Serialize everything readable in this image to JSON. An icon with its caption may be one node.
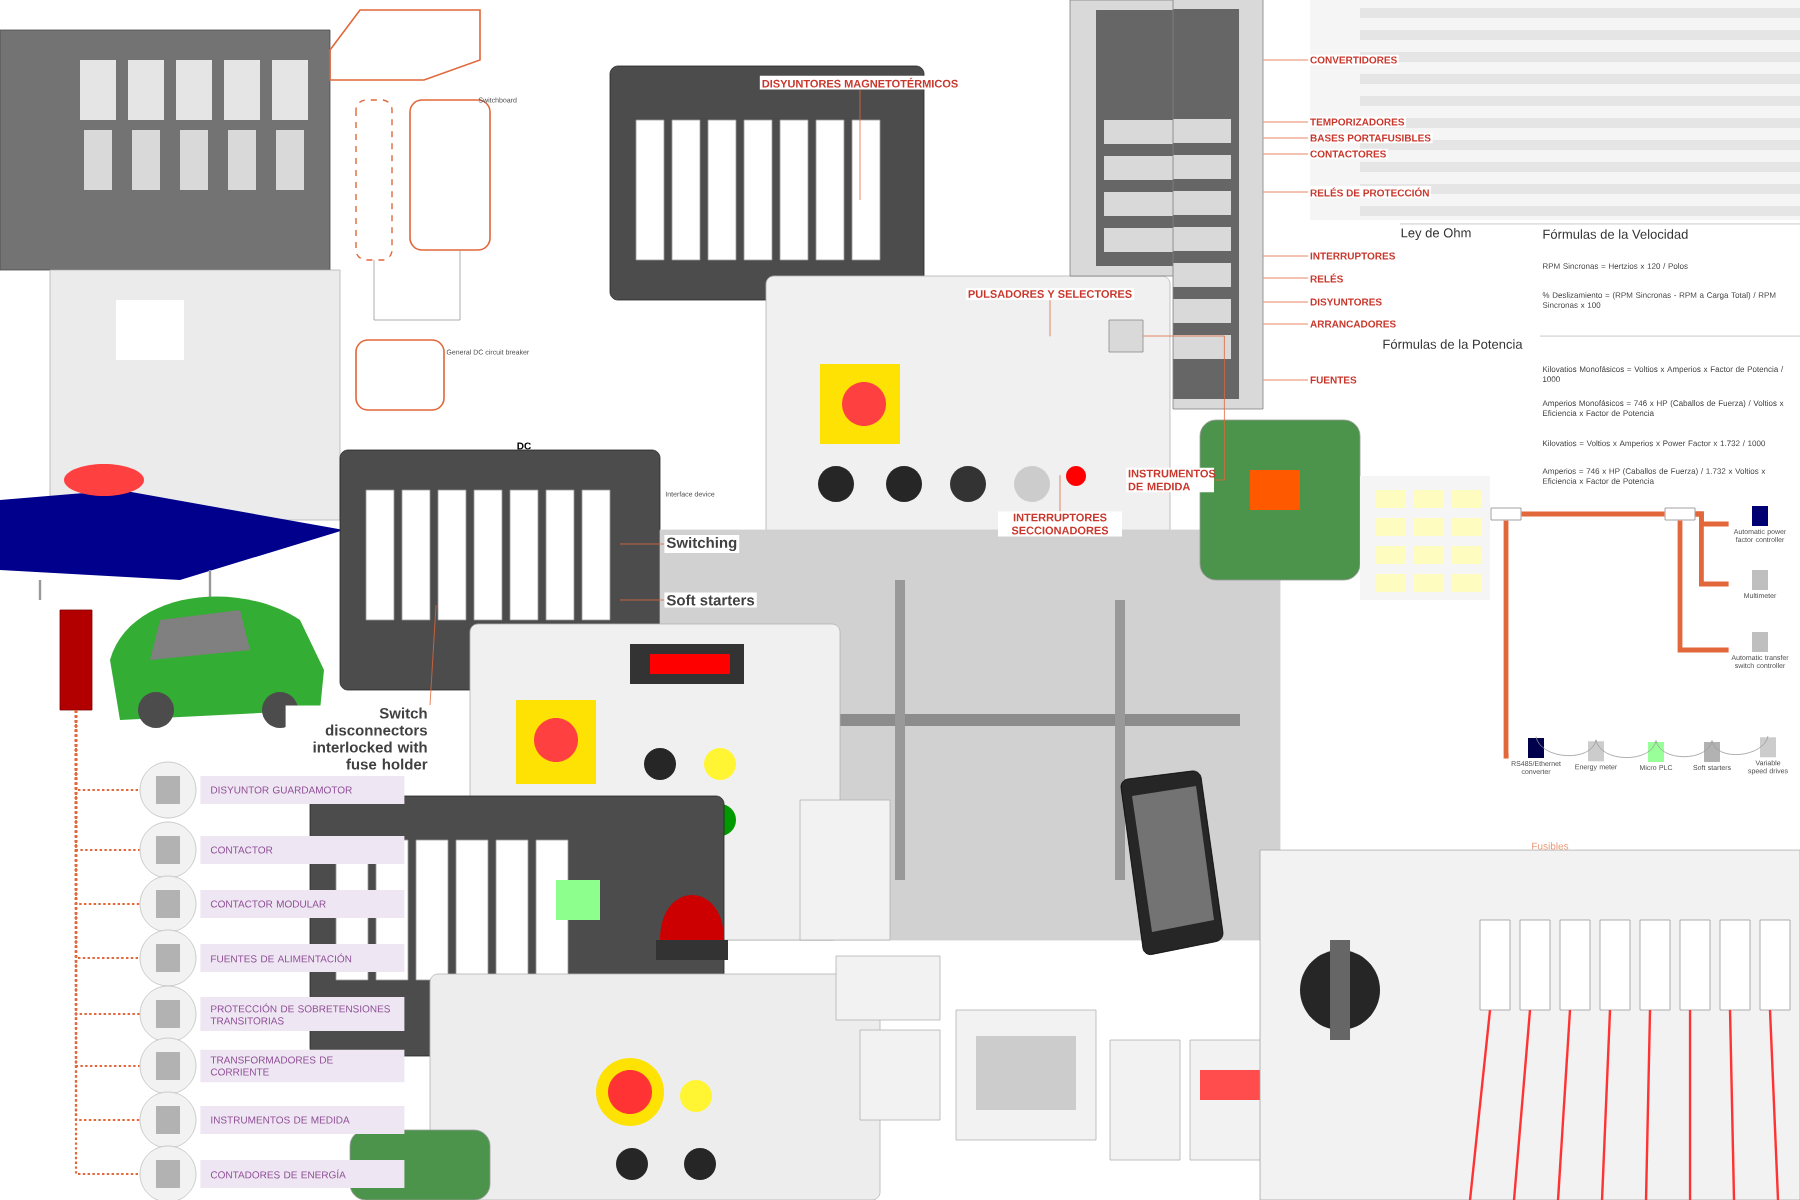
{
  "diagram": {
    "nodes": [
      {
        "text": [
          "DISYUNTORES MAGNETOTÉRMICOS"
        ]
      },
      {
        "text": [
          "PULSADORES Y SELECTORES"
        ]
      },
      {
        "text": [],
        "shape": "box"
      },
      {
        "text": [
          "INSTRUMENTOS DE MEDIDA"
        ]
      },
      {
        "text": [
          "INTERRUPTORES SECCIONADORES"
        ]
      },
      {
        "text": [
          "Switching"
        ]
      },
      {
        "text": [
          "Soft starters"
        ]
      },
      {
        "text": [
          "Switch disconnectors interlocked with fuse holder"
        ]
      },
      {
        "text": [],
        "shape": "picture"
      },
      {
        "text": [
          "CONVERTIDORES"
        ]
      },
      {
        "text": [
          "TEMPORIZADORES"
        ]
      },
      {
        "text": [
          "BASES PORTAFUSIBLES"
        ]
      },
      {
        "text": [
          "CONTACTORES"
        ]
      },
      {
        "text": [
          "RELÉS DE PROTECCIÓN"
        ]
      },
      {
        "text": [
          "INTERRUPTORES"
        ]
      },
      {
        "text": [
          "RELÉS"
        ]
      },
      {
        "text": [
          "DISYUNTORES"
        ]
      },
      {
        "text": [
          "ARRANCADORES"
        ]
      },
      {
        "text": [
          "FUENTES"
        ]
      },
      {
        "text": [],
        "shape": "box"
      },
      {
        "text": [],
        "shape": "picture"
      },
      {
        "text": [
          "DISYUNTOR GUARDAMOTOR"
        ]
      },
      {
        "text": [],
        "shape": "picture"
      },
      {
        "text": [
          "CONTACTOR"
        ]
      },
      {
        "text": [],
        "shape": "picture"
      },
      {
        "text": [
          "CONTACTOR MODULAR"
        ]
      },
      {
        "text": [],
        "shape": "picture"
      },
      {
        "text": [
          "FUENTES DE ALIMENTACIÓN"
        ]
      },
      {
        "text": [],
        "shape": "picture"
      },
      {
        "text": [
          "PROTECCIÓN DE SOBRETENSIONES TRANSITORIAS"
        ]
      },
      {
        "text": [],
        "shape": "picture"
      },
      {
        "text": [
          "TRANSFORMADORES DE CORRIENTE"
        ]
      },
      {
        "text": [],
        "shape": "picture"
      },
      {
        "text": [
          "INSTRUMENTOS DE MEDIDA"
        ]
      },
      {
        "text": [],
        "shape": "picture"
      },
      {
        "text": [
          "CONTADORES DE ENERGÍA"
        ]
      },
      {
        "text": [],
        "shape": "box"
      },
      {
        "text": [],
        "shape": "box"
      },
      {
        "text": [
          "Automatic power factor controller"
        ]
      },
      {
        "text": [
          "Multimeter"
        ]
      },
      {
        "text": [
          "Automatic transfer switch controller"
        ]
      },
      {
        "text": [
          "RS485/Ethernet converter"
        ]
      },
      {
        "text": [
          "Energy meter"
        ]
      },
      {
        "text": [
          "Micro PLC"
        ]
      },
      {
        "text": [
          "Soft starters"
        ]
      },
      {
        "text": [
          "Variable speed drives"
        ]
      }
    ],
    "edges": [
      {
        "from": 0,
        "to": null,
        "arrow": "none"
      },
      {
        "from": 1,
        "to": null,
        "arrow": "none"
      },
      {
        "from": 3,
        "to": 2,
        "arrow": "none"
      },
      {
        "from": 4,
        "to": null,
        "arrow": "none"
      },
      {
        "from": 5,
        "to": null,
        "arrow": "none"
      },
      {
        "from": 6,
        "to": null,
        "arrow": "none"
      },
      {
        "from": 7,
        "to": null,
        "arrow": "none"
      },
      {
        "from": 9,
        "to": 8,
        "arrow": "none"
      },
      {
        "from": 10,
        "to": 8,
        "arrow": "none"
      },
      {
        "from": 11,
        "to": 8,
        "arrow": "none"
      },
      {
        "from": 12,
        "to": 8,
        "arrow": "none"
      },
      {
        "from": 13,
        "to": 8,
        "arrow": "none"
      },
      {
        "from": 14,
        "to": 8,
        "arrow": "none"
      },
      {
        "from": 15,
        "to": 8,
        "arrow": "none"
      },
      {
        "from": 16,
        "to": 8,
        "arrow": "none"
      },
      {
        "from": 17,
        "to": 8,
        "arrow": "none"
      },
      {
        "from": 18,
        "to": 8,
        "arrow": "none"
      },
      {
        "from": 19,
        "to": 20,
        "arrow": "none",
        "style": "dashed"
      },
      {
        "from": 19,
        "to": 22,
        "arrow": "none",
        "style": "dashed"
      },
      {
        "from": 19,
        "to": 24,
        "arrow": "none",
        "style": "dashed"
      },
      {
        "from": 19,
        "to": 26,
        "arrow": "none",
        "style": "dashed"
      },
      {
        "from": 19,
        "to": 28,
        "arrow": "none",
        "style": "dashed"
      },
      {
        "from": 19,
        "to": 30,
        "arrow": "none",
        "style": "dashed"
      },
      {
        "from": 19,
        "to": 32,
        "arrow": "none",
        "style": "dashed"
      },
      {
        "from": 19,
        "to": 34,
        "arrow": "none",
        "style": "dashed"
      },
      {
        "from": 36,
        "to": 37,
        "arrow": "none",
        "style": "thick"
      },
      {
        "from": 37,
        "to": 38,
        "arrow": "none",
        "style": "thick"
      },
      {
        "from": 37,
        "to": 39,
        "arrow": "none",
        "style": "thick"
      },
      {
        "from": 37,
        "to": 40,
        "arrow": "none",
        "style": "thick"
      },
      {
        "from": 36,
        "to": 41,
        "arrow": "none",
        "style": "thick"
      },
      {
        "from": 41,
        "to": 42,
        "arrow": "none",
        "color": "#9a9a9a"
      },
      {
        "from": 42,
        "to": 43,
        "arrow": "none",
        "color": "#9a9a9a"
      },
      {
        "from": 43,
        "to": 44,
        "arrow": "none",
        "color": "#9a9a9a"
      },
      {
        "from": 44,
        "to": 45,
        "arrow": "none",
        "color": "#9a9a9a"
      }
    ],
    "labels": [
      "Switchboard",
      "General DC circuit breaker",
      "DC",
      "Interface device",
      "Ley de Ohm",
      "Fórmulas de la Velocidad",
      "RPM Sincronas = Hertzios x 120 / Polos",
      "% Deslizamiento = (RPM Sincronas - RPM a Carga Total) / RPM Sincronas x 100",
      "Fórmulas de la Potencia",
      "Kilovatios Monofásicos = Voltios x Amperios x Factor de Potencia / 1000",
      "Amperios Monofásicos = 746 x HP (Caballos de Fuerza) / Voltios x Eficiencia x Factor de Potencia",
      "Kilovatios = Voltios x Amperios x Power Factor x 1.732 / 1000",
      "Amperios = 746 x HP (Caballos de Fuerza) / 1.732 x Voltios x Eficiencia x Factor de Potencia",
      "Fusibles"
    ]
  }
}
